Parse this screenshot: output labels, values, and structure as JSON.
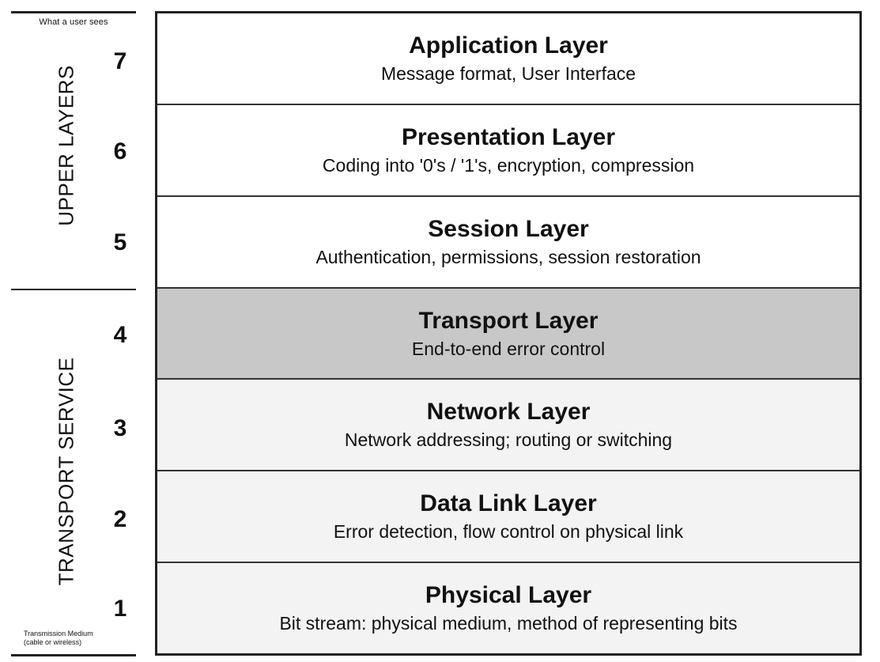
{
  "top_note": "What a user sees",
  "bottom_note": [
    "Transmission Medium",
    "(cable or wireless)"
  ],
  "groups": {
    "upper": "UPPER LAYERS",
    "transport": "TRANSPORT SERVICE"
  },
  "colors": {
    "upper_fill": "#ffffff",
    "highlight_fill": "#c8c8c8",
    "lower_fill": "#f3f3f3",
    "border": "#222222"
  },
  "layers": [
    {
      "number": "7",
      "name": "Application Layer",
      "description": "Message format, User Interface",
      "fill": "upper"
    },
    {
      "number": "6",
      "name": "Presentation Layer",
      "description": "Coding into '0's / '1's, encryption, compression",
      "fill": "upper"
    },
    {
      "number": "5",
      "name": "Session Layer",
      "description": "Authentication, permissions, session restoration",
      "fill": "upper"
    },
    {
      "number": "4",
      "name": "Transport Layer",
      "description": "End-to-end error control",
      "fill": "highlight"
    },
    {
      "number": "3",
      "name": "Network Layer",
      "description": "Network addressing; routing or switching",
      "fill": "lower"
    },
    {
      "number": "2",
      "name": "Data Link Layer",
      "description": "Error detection, flow control on physical link",
      "fill": "lower"
    },
    {
      "number": "1",
      "name": "Physical Layer",
      "description": "Bit stream: physical medium, method of representing bits",
      "fill": "lower"
    }
  ]
}
